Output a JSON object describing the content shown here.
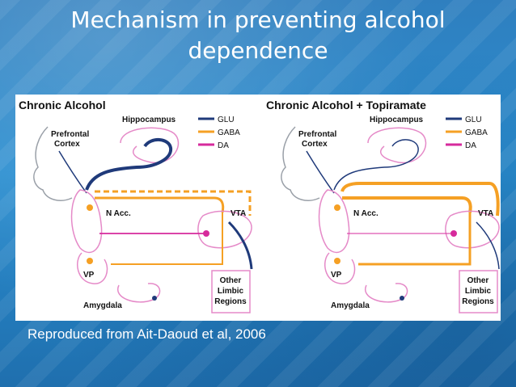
{
  "slide": {
    "title_line1": "Mechanism in preventing alcohol",
    "title_line2": "dependence",
    "caption": "Reproduced from Ait-Daoud et al, 2006"
  },
  "colors": {
    "glu": "#1f3a7a",
    "gaba": "#f5a024",
    "da": "#d62a9c",
    "outline": "#e58ac8",
    "brain": "#9aa0a8",
    "background": "#2a8ed0"
  },
  "left_panel": {
    "title": "Chronic Alcohol",
    "hippocampus": "Hippocampus",
    "prefrontal": "Prefrontal",
    "cortex": "Cortex",
    "nacc": "N Acc.",
    "vta": "VTA",
    "vp": "VP",
    "amygdala": "Amygdala",
    "other1": "Other",
    "other2": "Limbic",
    "other3": "Regions",
    "legend": [
      "GLU",
      "GABA",
      "DA"
    ]
  },
  "right_panel": {
    "title": "Chronic Alcohol + Topiramate",
    "hippocampus": "Hippocampus",
    "prefrontal": "Prefrontal",
    "cortex": "Cortex",
    "nacc": "N Acc.",
    "vta": "VTA",
    "vp": "VP",
    "amygdala": "Amygdala",
    "other1": "Other",
    "other2": "Limbic",
    "other3": "Regions",
    "legend": [
      "GLU",
      "GABA",
      "DA"
    ]
  }
}
